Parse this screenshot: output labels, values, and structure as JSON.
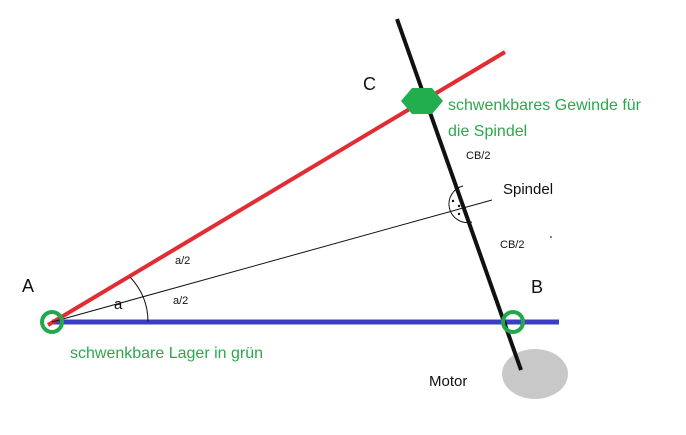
{
  "points": {
    "a": "A",
    "b": "B",
    "c": "C"
  },
  "labels": {
    "spindle": "Spindel",
    "motor": "Motor",
    "thread_line1": "schwenkbares Gewinde für",
    "thread_line2": "die Spindel",
    "bearings": "schwenkbare Lager in grün",
    "angle": "a",
    "half_angle_upper": "a/2",
    "half_angle_lower": "a/2",
    "segment_upper": "CB/2",
    "segment_lower": "CB/2"
  },
  "colors": {
    "red_arm": "#e22b32",
    "blue_base": "#3a3fc1",
    "spindle": "#111111",
    "pivot_green": "#22a84a",
    "thread_green": "#22ad4e",
    "label_green": "#2aa84a",
    "motor_gray": "#c8c8c8"
  }
}
